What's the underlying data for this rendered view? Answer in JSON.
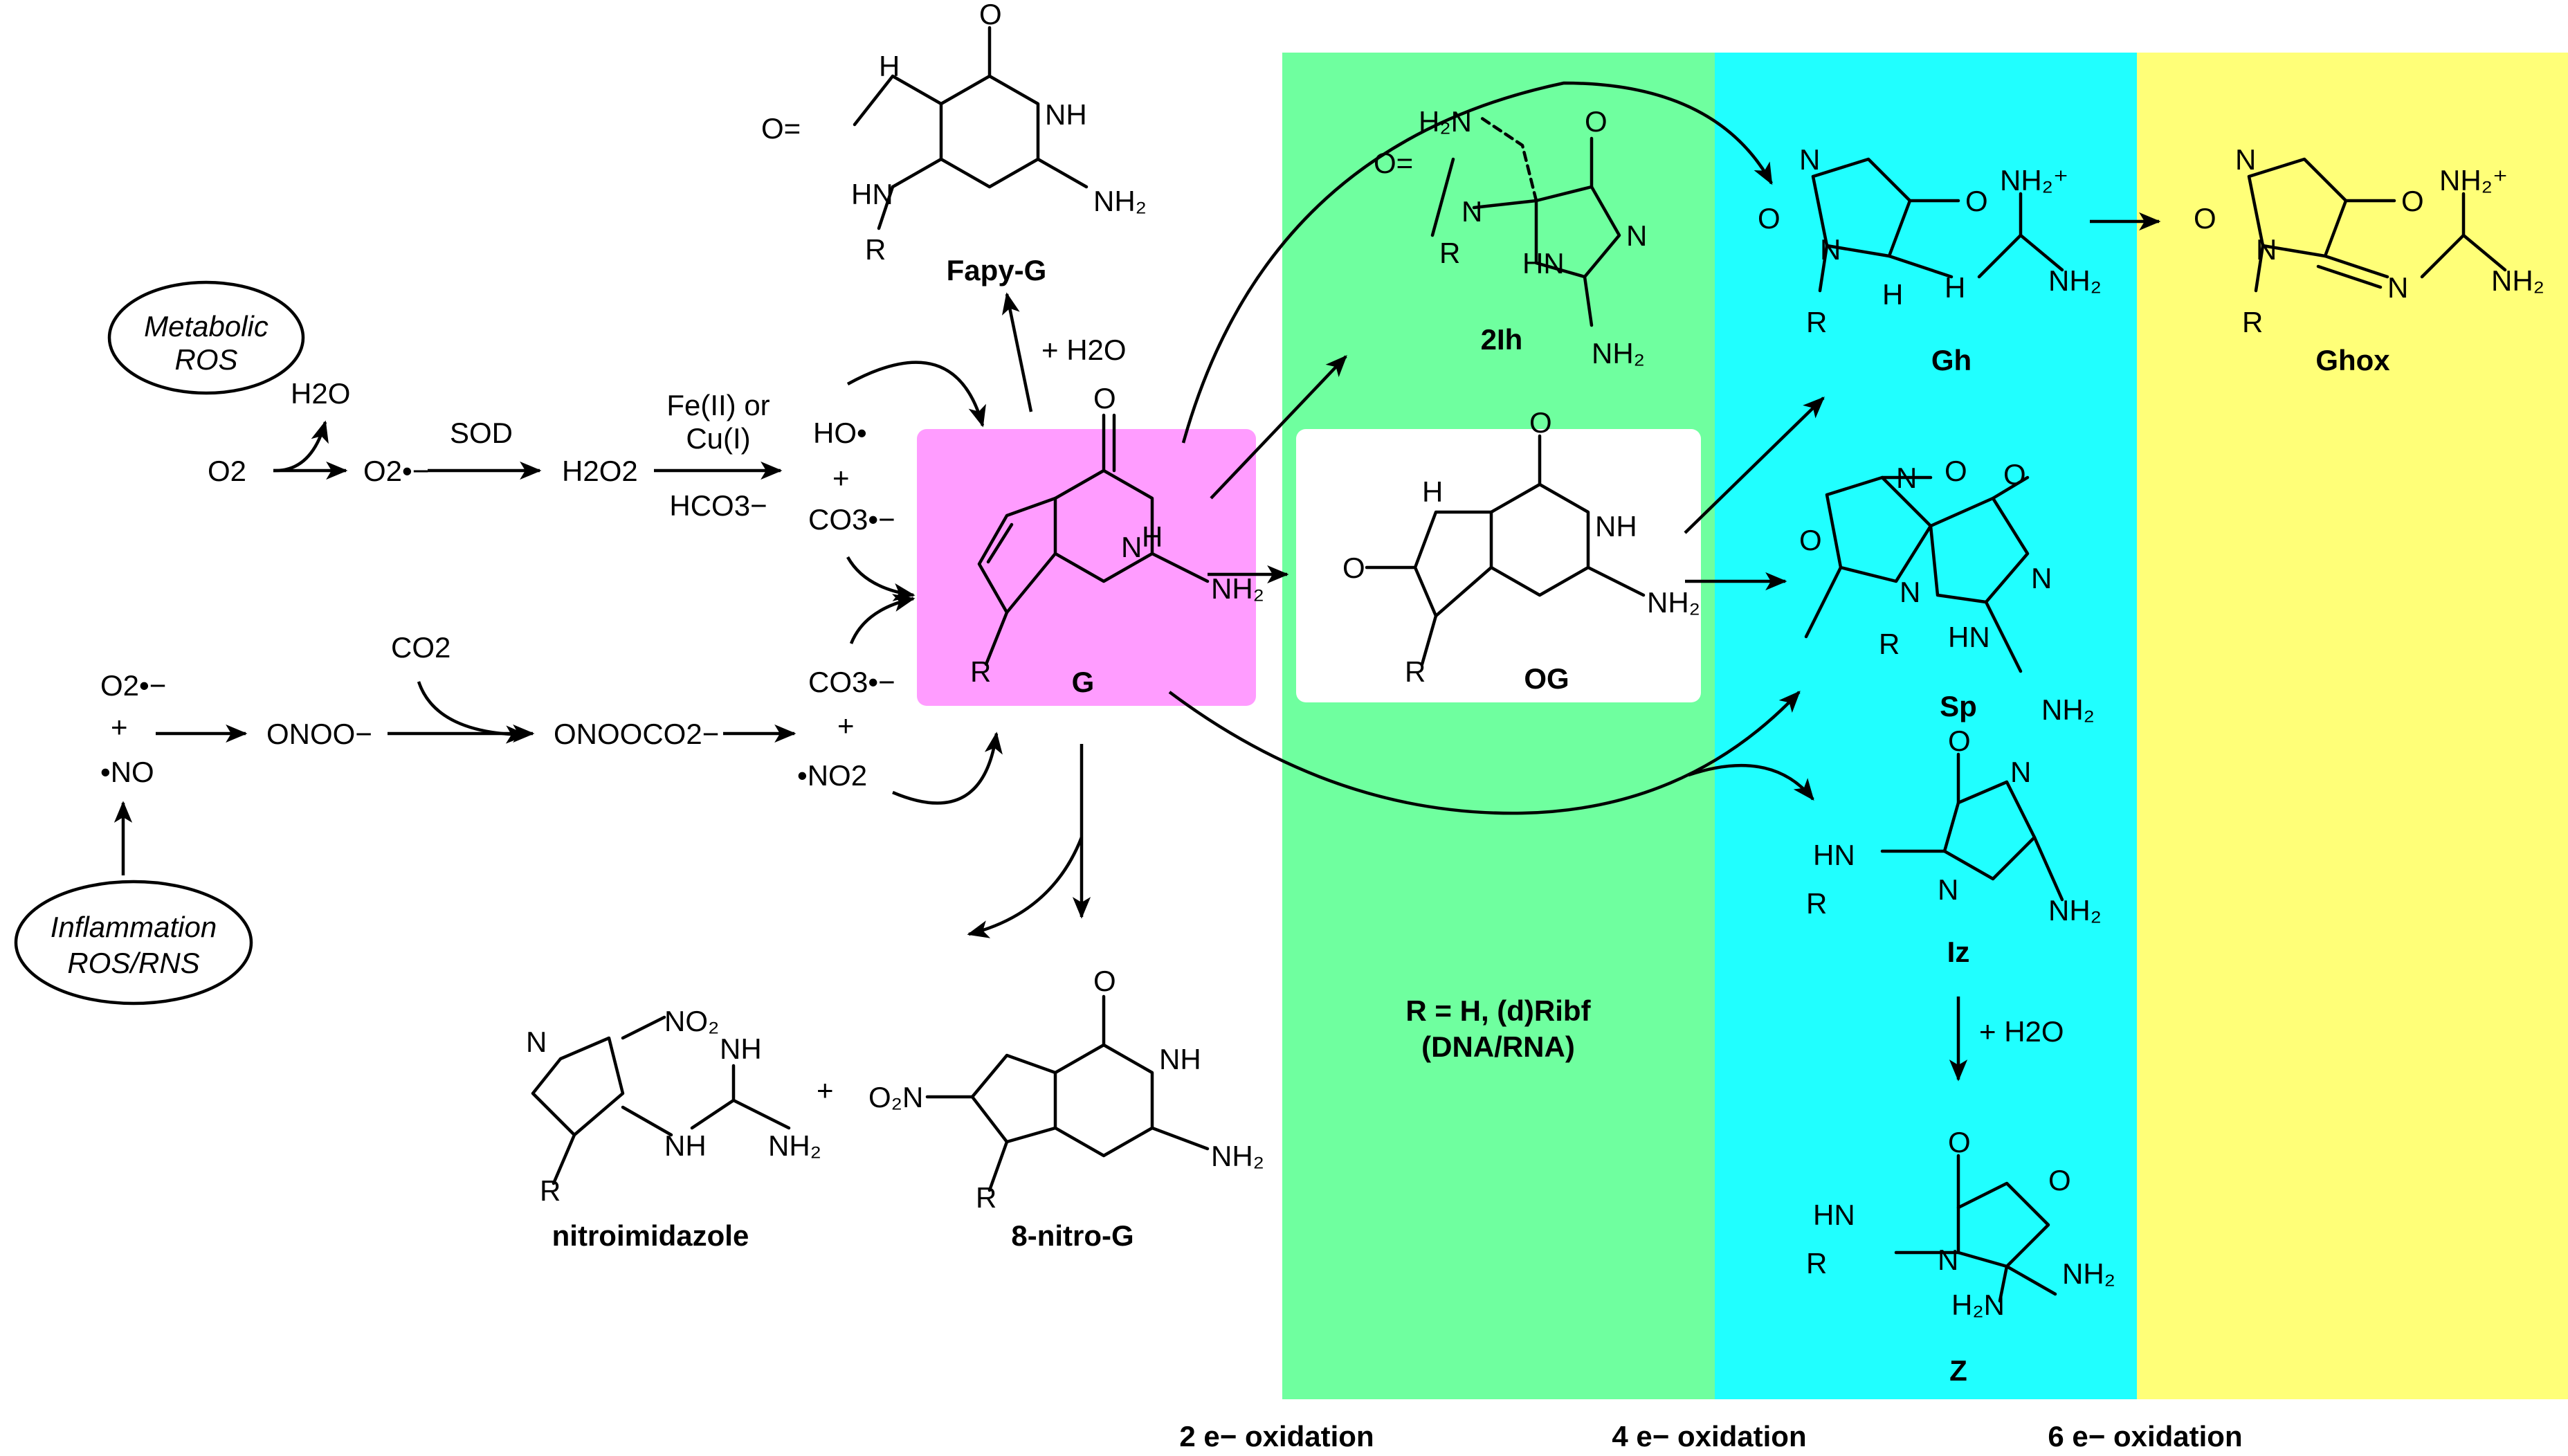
{
  "colors": {
    "two_e_band": "#6fff9f",
    "four_e_band": "#20ffff",
    "six_e_band": "#ffff78",
    "g_highlight": "#ff9cff",
    "og_box": "#ffffff"
  },
  "sources": {
    "metabolic": [
      "Metabolic",
      "ROS"
    ],
    "inflammation": [
      "Inflammation",
      "ROS/RNS"
    ]
  },
  "pathway_top": {
    "o2": "O2",
    "h2o": "H2O",
    "superoxide": "O2•−",
    "sod": "SOD",
    "h2o2": "H2O2",
    "metals": [
      "Fe(II) or",
      "Cu(I)"
    ],
    "bicarbonate": "HCO3−",
    "hydroxyl": "HO•",
    "plus": "+",
    "carbonate_radical": "CO3•−"
  },
  "pathway_bottom": {
    "superoxide": "O2•−",
    "plus": "+",
    "nitric_oxide": "•NO",
    "co2": "CO2",
    "peroxynitrite": "ONOO−",
    "nitrosoperoxycarbonate": "ONOOCO2−",
    "carbonate_radical": "CO3•−",
    "nitrogen_dioxide": "•NO2"
  },
  "compounds": {
    "G": "G",
    "fapy_g": "Fapy-G",
    "og": "OG",
    "two_ih": "2Ih",
    "gh": "Gh",
    "gh_ox": "Ghox",
    "sp": "Sp",
    "iz": "Iz",
    "z": "Z",
    "nitroimidazole": "nitroimidazole",
    "nitro_g": "8-nitro-G"
  },
  "conditions": {
    "plus_water_fapy": "+ H2O",
    "plus_water_z": "+ H2O",
    "nitro_plus": "+"
  },
  "r_definition": [
    "R = H, (d)Ribf",
    "(DNA/RNA)"
  ],
  "oxidation_labels": [
    "2 e− oxidation",
    "4 e− oxidation",
    "6 e− oxidation"
  ]
}
